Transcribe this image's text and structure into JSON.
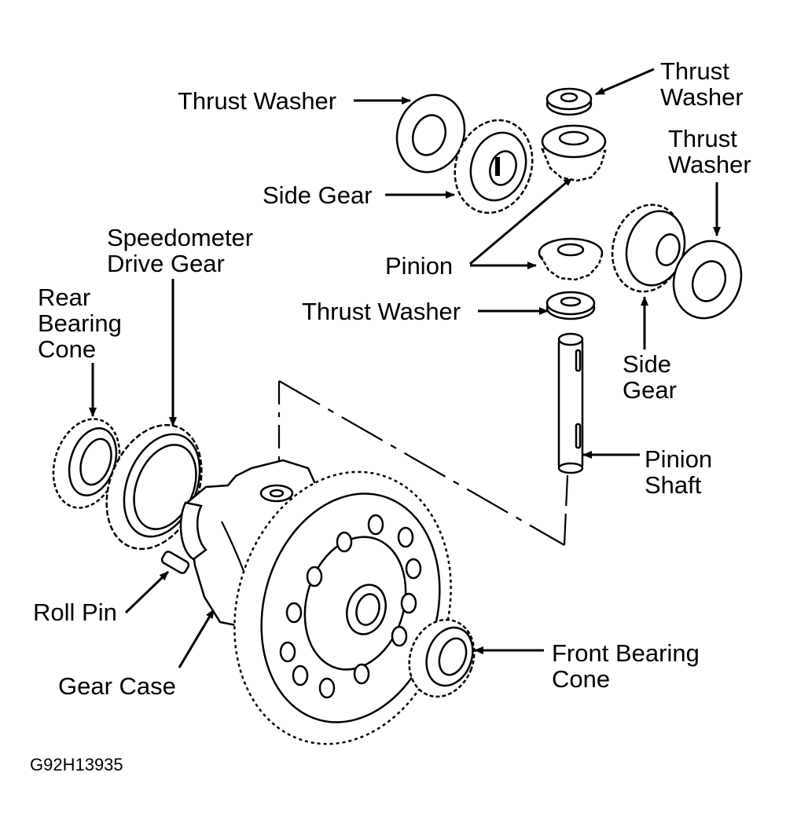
{
  "labels": {
    "thrust_washer_top_left": "Thrust Washer",
    "thrust_washer_top_right_1": "Thrust",
    "thrust_washer_top_right_2": "Washer",
    "thrust_washer_right_1": "Thrust",
    "thrust_washer_right_2": "Washer",
    "side_gear_left": "Side Gear",
    "speedo_1": "Speedometer",
    "speedo_2": "Drive Gear",
    "pinion": "Pinion",
    "rear_bearing_1": "Rear",
    "rear_bearing_2": "Bearing",
    "rear_bearing_3": "Cone",
    "thrust_washer_mid": "Thrust Washer",
    "side_gear_right_1": "Side",
    "side_gear_right_2": "Gear",
    "pinion_shaft_1": "Pinion",
    "pinion_shaft_2": "Shaft",
    "roll_pin": "Roll Pin",
    "front_bearing_1": "Front Bearing",
    "front_bearing_2": "Cone",
    "gear_case": "Gear Case",
    "figure_code": "G92H13935"
  },
  "colors": {
    "ink": "#000000",
    "paper": "#ffffff"
  }
}
